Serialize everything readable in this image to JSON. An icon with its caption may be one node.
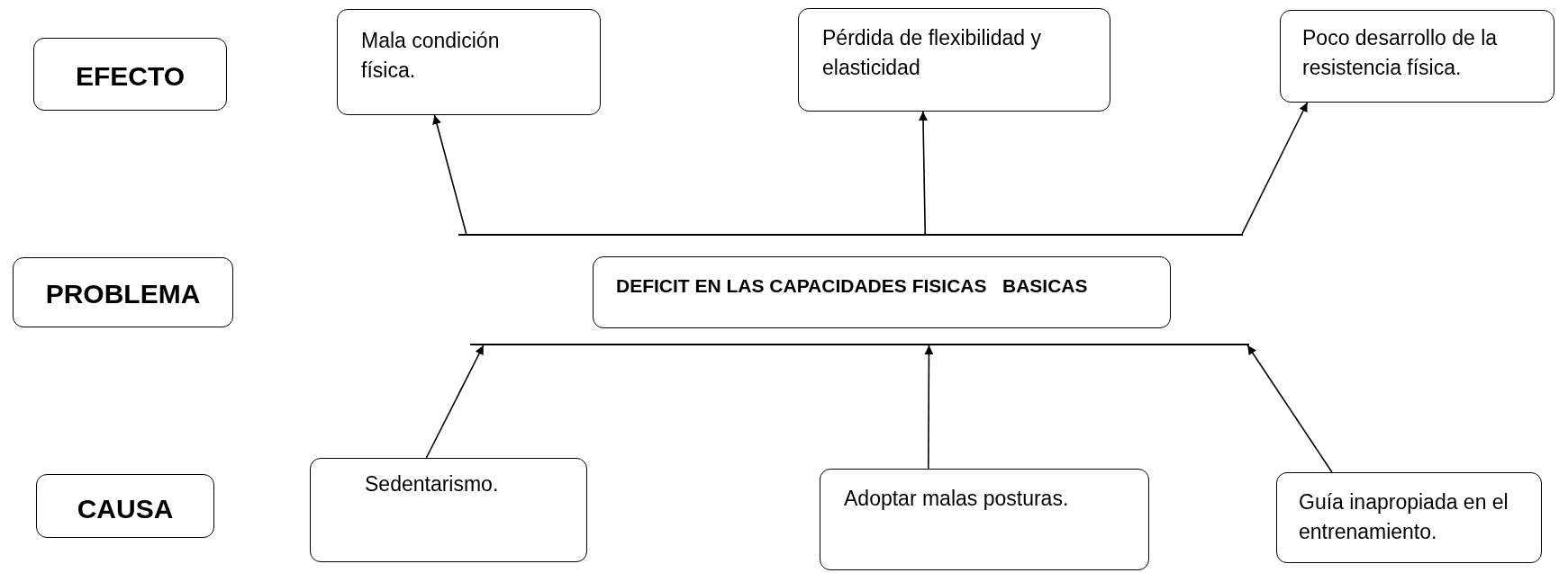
{
  "diagram": {
    "nodes": [
      {
        "text": [
          "EFECTO"
        ]
      },
      {
        "text": [
          "Mala condición física."
        ]
      },
      {
        "text": [
          "Pérdida de flexibilidad y elasticidad"
        ]
      },
      {
        "text": [
          "Poco desarrollo de la resistencia física."
        ]
      },
      {
        "text": [],
        "shape": "bar"
      },
      {
        "text": [
          "PROBLEMA"
        ]
      },
      {
        "text": [
          "DEFICIT EN LAS CAPACIDADES FISICAS   BASICAS"
        ]
      },
      {
        "text": [],
        "shape": "bar"
      },
      {
        "text": [
          "CAUSA"
        ]
      },
      {
        "text": [
          "Sedentarismo."
        ]
      },
      {
        "text": [
          "Adoptar malas posturas."
        ]
      },
      {
        "text": [
          "Guía inapropiada en el entrenamiento."
        ]
      }
    ],
    "edges": [
      {
        "from": 4,
        "to": 1,
        "arrow": "to"
      },
      {
        "from": 4,
        "to": 2,
        "arrow": "to"
      },
      {
        "from": 4,
        "to": 3,
        "arrow": "to"
      },
      {
        "from": 9,
        "to": 7,
        "arrow": "to"
      },
      {
        "from": 10,
        "to": 7,
        "arrow": "to"
      },
      {
        "from": 11,
        "to": 7,
        "arrow": "to"
      }
    ]
  }
}
